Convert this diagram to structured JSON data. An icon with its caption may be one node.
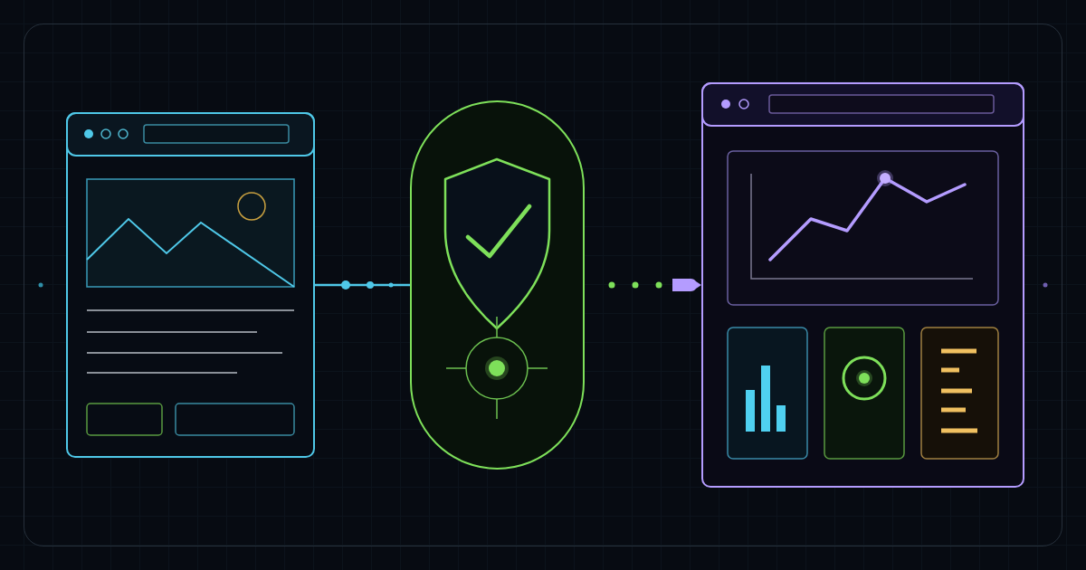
{
  "diagram": {
    "nodes": [
      {
        "text": [],
        "shape": "picture"
      },
      {
        "text": [],
        "shape": "capsule"
      },
      {
        "text": [],
        "shape": "picture"
      }
    ],
    "edges": [
      {
        "from": 0,
        "to": 1,
        "arrow": "none",
        "color": "#4fc8e8"
      },
      {
        "from": 1,
        "to": 2,
        "arrow": "to",
        "style": "dashed",
        "color": "#7ee05a"
      }
    ]
  }
}
